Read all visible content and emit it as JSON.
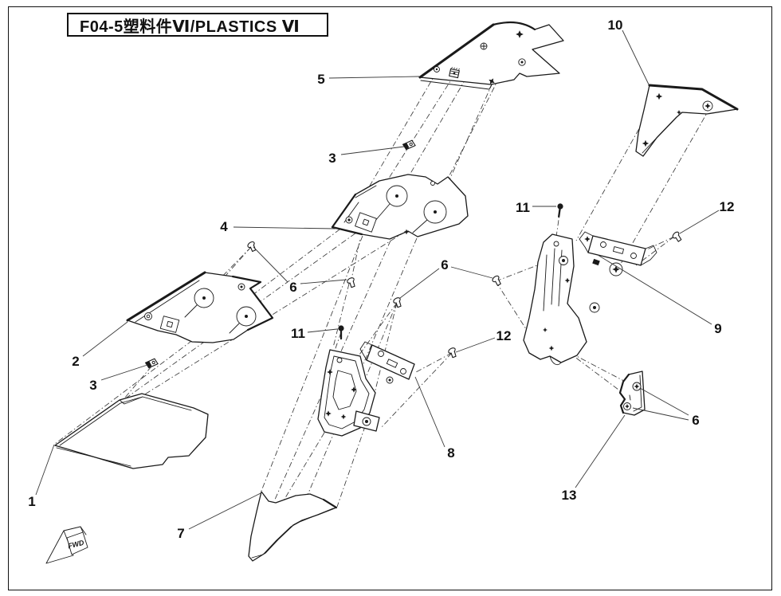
{
  "page": {
    "title": "F04-5塑料件Ⅵ/PLASTICS Ⅵ",
    "fwd_label": "FWD",
    "ink_color": "#1a1a1a",
    "background_color": "#ffffff"
  },
  "diagram": {
    "type": "exploded-parts-diagram",
    "part_refs_visible": [
      "1",
      "2",
      "3",
      "4",
      "5",
      "6",
      "7",
      "8",
      "9",
      "10",
      "11",
      "12",
      "13"
    ],
    "callouts": [
      {
        "label": "5"
      },
      {
        "label": "10"
      },
      {
        "label": "3"
      },
      {
        "label": "4"
      },
      {
        "label": "11"
      },
      {
        "label": "12"
      },
      {
        "label": "6"
      },
      {
        "label": "6"
      },
      {
        "label": "9"
      },
      {
        "label": "2"
      },
      {
        "label": "3"
      },
      {
        "label": "11"
      },
      {
        "label": "12"
      },
      {
        "label": "8"
      },
      {
        "label": "1"
      },
      {
        "label": "7"
      },
      {
        "label": "13"
      },
      {
        "label": "6"
      }
    ]
  }
}
